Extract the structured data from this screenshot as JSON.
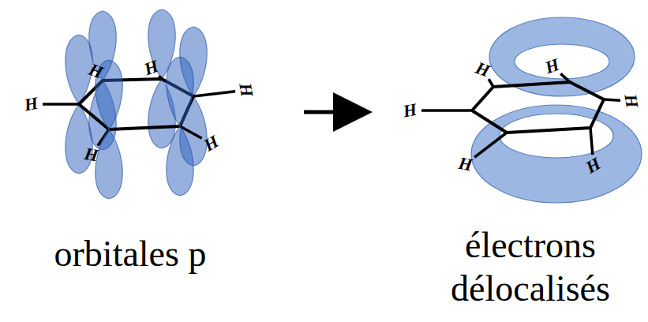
{
  "diagram": {
    "labels": [
      "H",
      "H",
      "H",
      "H",
      "H",
      "H",
      "H",
      "H",
      "H",
      "H",
      "H",
      "H",
      "orbitales p",
      "électrons délocalisés"
    ]
  }
}
